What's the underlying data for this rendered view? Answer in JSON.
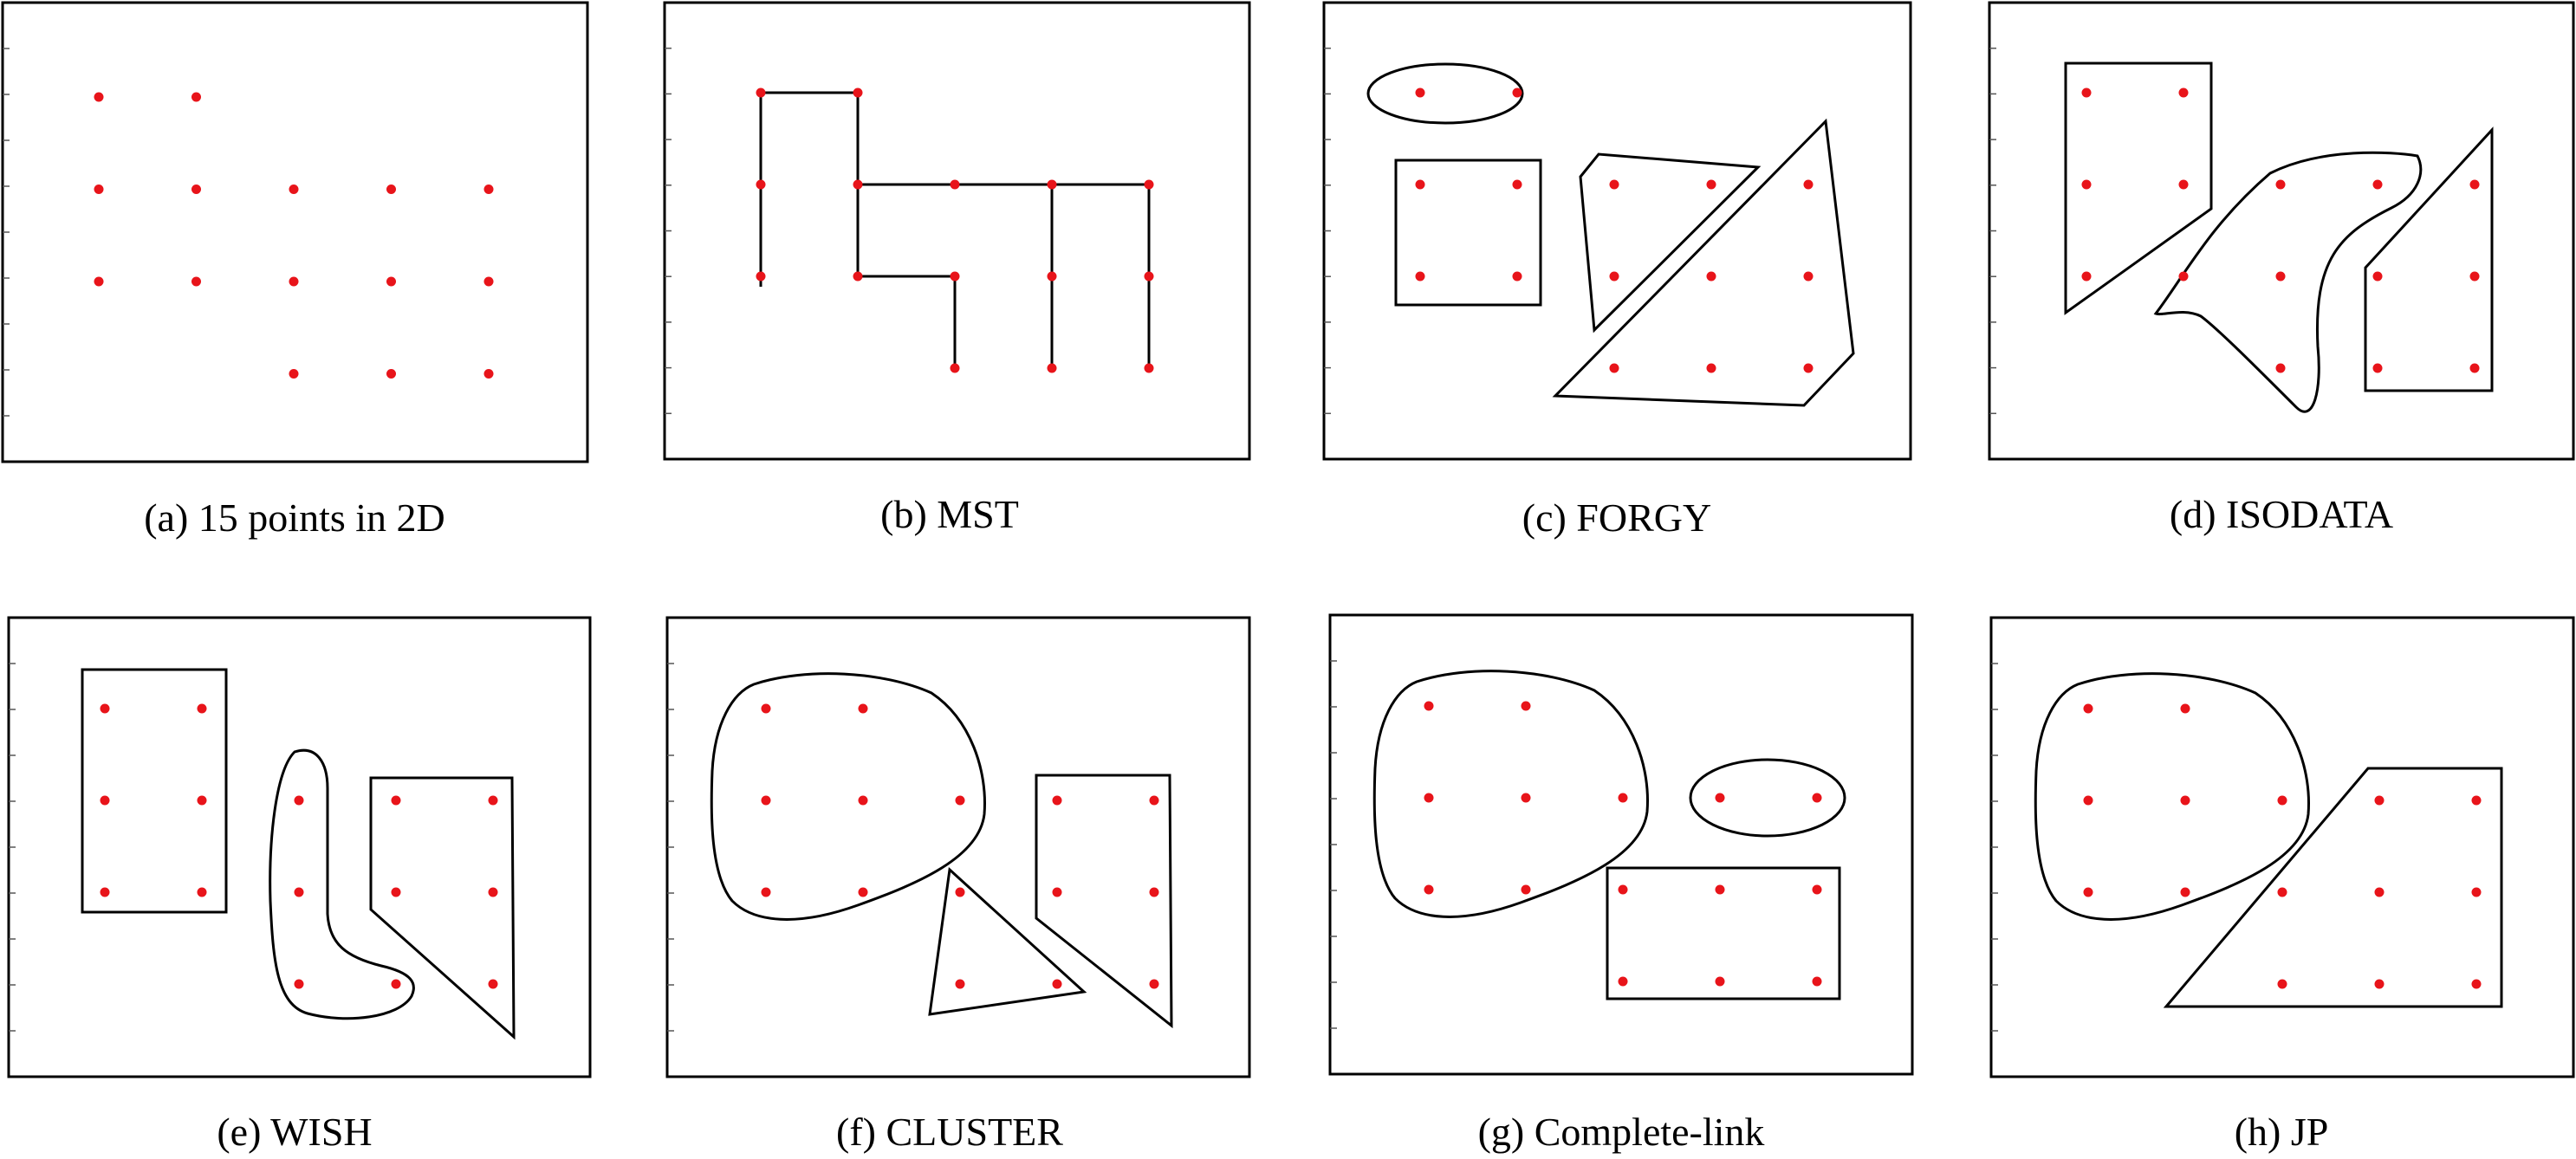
{
  "colors": {
    "point": "#e8141a",
    "outline": "#000000",
    "frame": "#000000"
  },
  "panels": [
    {
      "caption": "(a) 15 points in 2D"
    },
    {
      "caption": "(b) MST"
    },
    {
      "caption": "(c) FORGY"
    },
    {
      "caption": "(d) ISODATA"
    },
    {
      "caption": "(e) WISH"
    },
    {
      "caption": "(f) CLUSTER"
    },
    {
      "caption": "(g) Complete-link"
    },
    {
      "caption": "(h) JP"
    }
  ],
  "chart_data": {
    "type": "scatter",
    "points": [
      {
        "x": 1,
        "y": 4
      },
      {
        "x": 2,
        "y": 4
      },
      {
        "x": 1,
        "y": 3
      },
      {
        "x": 2,
        "y": 3
      },
      {
        "x": 3,
        "y": 3
      },
      {
        "x": 4,
        "y": 3
      },
      {
        "x": 5,
        "y": 3
      },
      {
        "x": 1,
        "y": 2
      },
      {
        "x": 2,
        "y": 2
      },
      {
        "x": 3,
        "y": 2
      },
      {
        "x": 4,
        "y": 2
      },
      {
        "x": 5,
        "y": 2
      },
      {
        "x": 3,
        "y": 1
      },
      {
        "x": 4,
        "y": 1
      },
      {
        "x": 5,
        "y": 1
      }
    ]
  }
}
